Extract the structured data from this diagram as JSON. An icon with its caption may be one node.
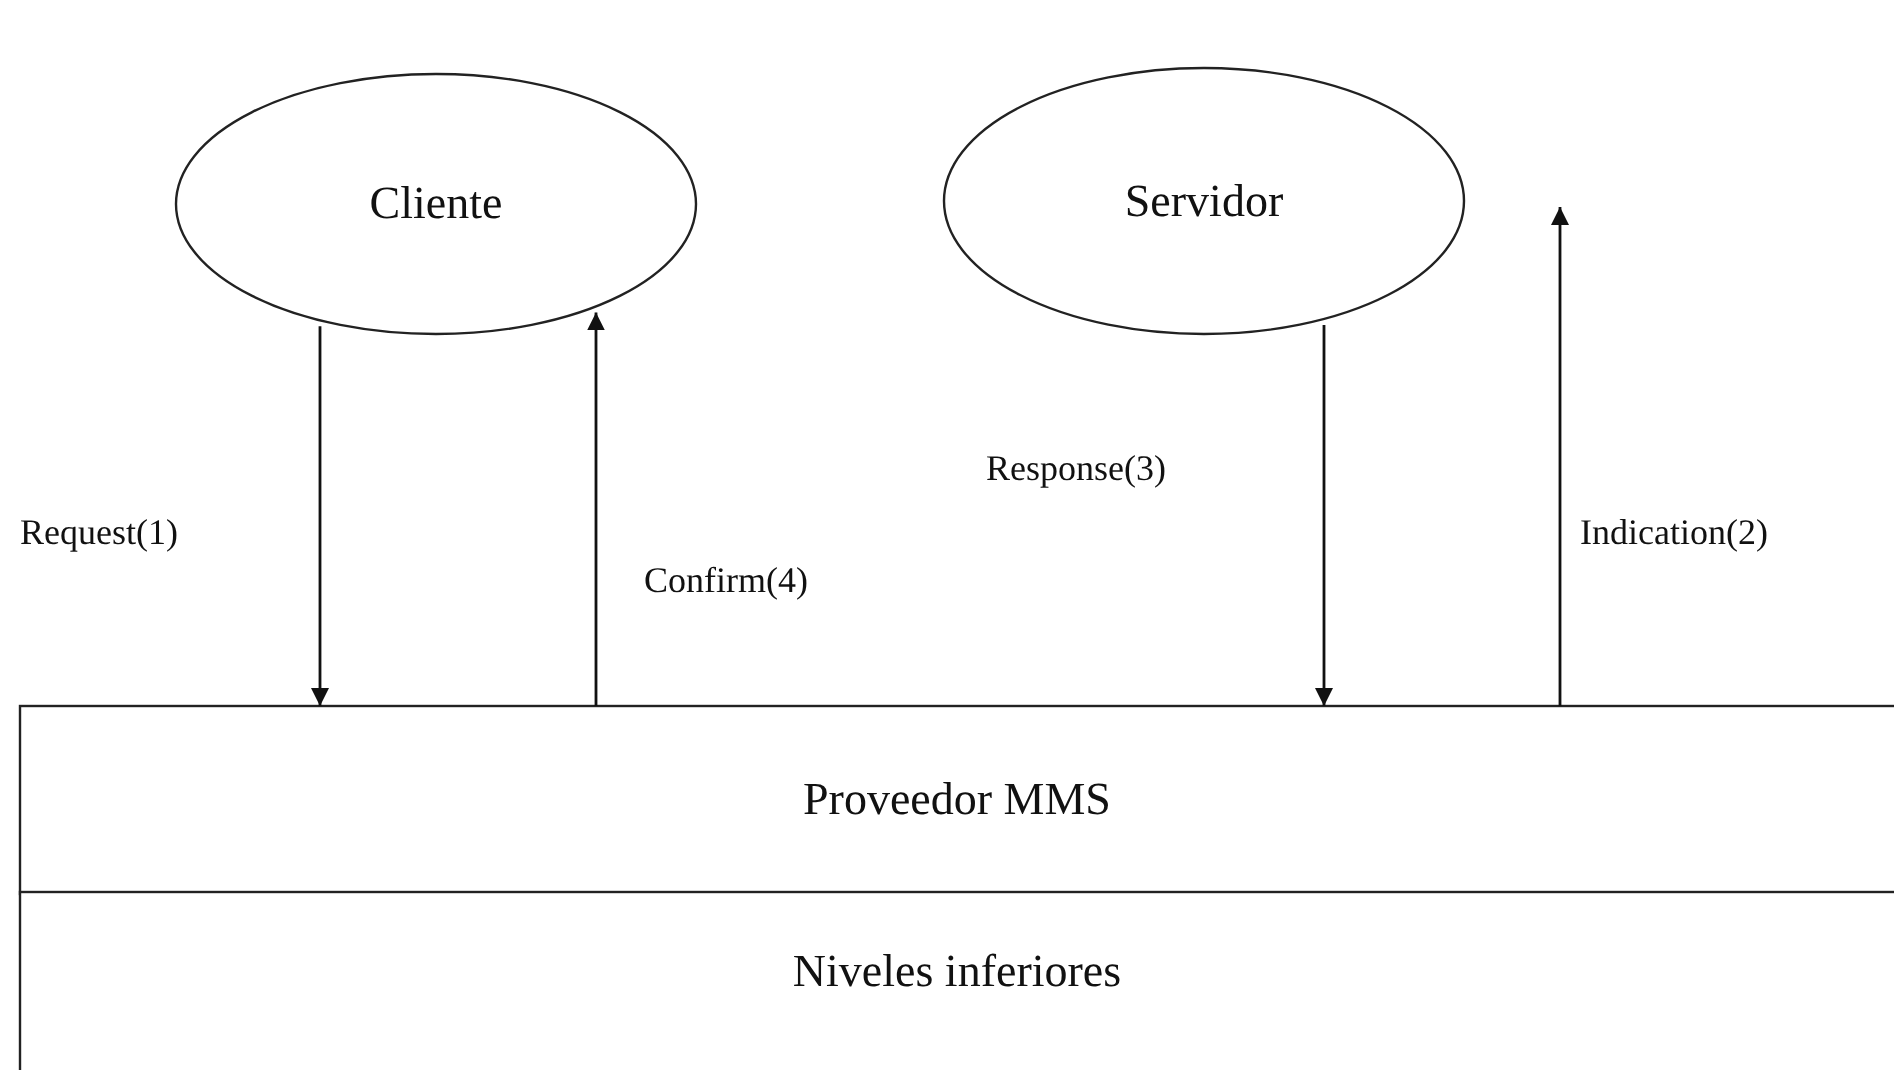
{
  "diagram": {
    "nodes": [
      {
        "text": [
          "Cliente"
        ]
      },
      {
        "text": [
          "Servidor"
        ]
      },
      {
        "text": [
          "Proveedor MMS"
        ]
      },
      {
        "text": [
          "Niveles inferiores"
        ]
      }
    ],
    "edges": [
      {
        "from": 0,
        "to": 2,
        "arrow": "to",
        "label": "Request(1)"
      },
      {
        "from": 2,
        "to": 0,
        "arrow": "to",
        "label": "Confirm(4)"
      },
      {
        "from": 1,
        "to": 2,
        "arrow": "to",
        "label": "Response(3)"
      },
      {
        "from": 2,
        "to": 1,
        "arrow": "to",
        "label": "Indication(2)"
      }
    ]
  }
}
